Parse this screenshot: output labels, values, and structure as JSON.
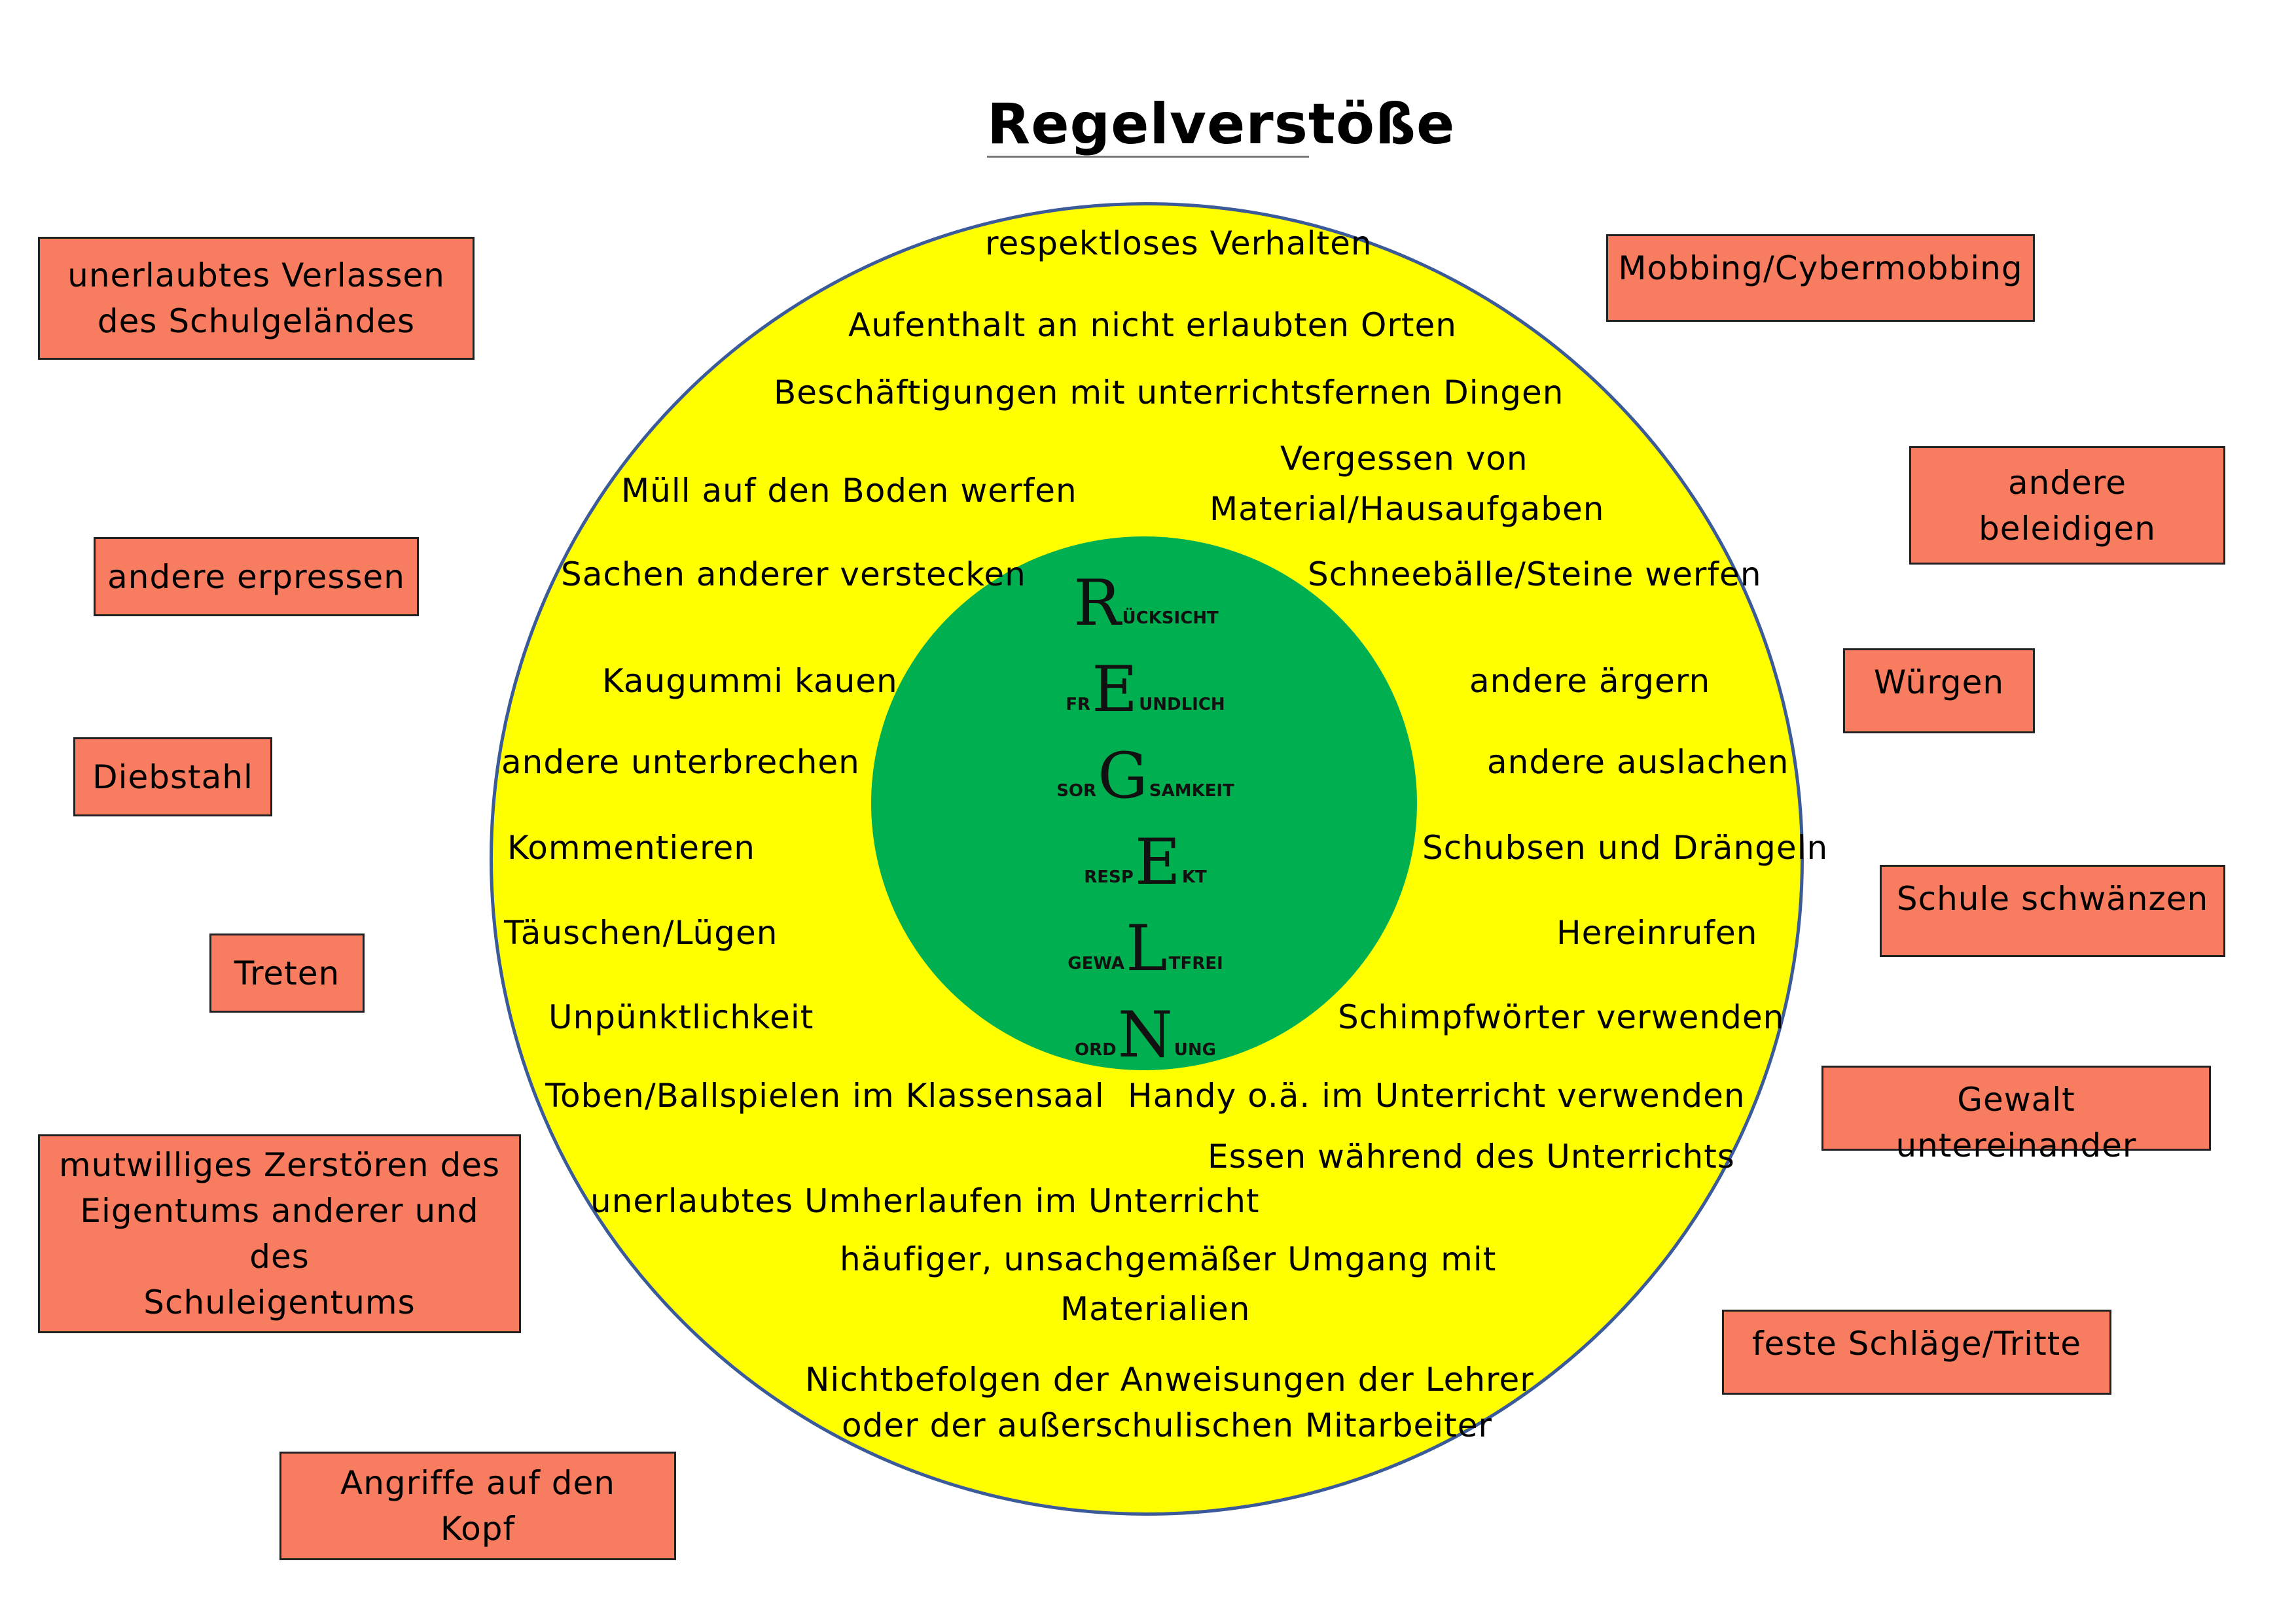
{
  "title": "Regelverstöße",
  "colors": {
    "outer_circle": "#ffff00",
    "outer_border": "#3b5a9a",
    "inner_circle": "#00b050",
    "box_fill": "#f77c60"
  },
  "acronym": [
    {
      "pre": "",
      "letter": "R",
      "post": "ÜCKSICHT"
    },
    {
      "pre": "FR",
      "letter": "E",
      "post": "UNDLICH"
    },
    {
      "pre": "SOR",
      "letter": "G",
      "post": "SAMKEIT"
    },
    {
      "pre": "RESP",
      "letter": "E",
      "post": "KT"
    },
    {
      "pre": "GEWA",
      "letter": "L",
      "post": "TFREI"
    },
    {
      "pre": "ORD",
      "letter": "N",
      "post": "UNG"
    }
  ],
  "circle_items": [
    "respektloses Verhalten",
    "Aufenthalt an nicht erlaubten Orten",
    "Beschäftigungen mit unterrichtsfernen Dingen",
    "Müll auf den Boden werfen",
    "Vergessen von",
    "Material/Hausaufgaben",
    "Sachen anderer verstecken",
    "Schneebälle/Steine werfen",
    "Kaugummi kauen",
    "andere ärgern",
    "andere unterbrechen",
    "andere auslachen",
    "Kommentieren",
    "Schubsen und Drängeln",
    "Täuschen/Lügen",
    "Hereinrufen",
    "Unpünktlichkeit",
    "Schimpfwörter verwenden",
    "Toben/Ballspielen im Klassensaal",
    "Handy o.ä. im Unterricht verwenden",
    "Essen während des Unterrichts",
    "unerlaubtes Umherlaufen im Unterricht",
    "häufiger, unsachgemäßer Umgang mit",
    "Materialien",
    "Nichtbefolgen der Anweisungen der Lehrer",
    "oder der außerschulischen Mitarbeiter"
  ],
  "boxes_left": [
    {
      "lines": [
        "unerlaubtes Verlassen",
        "des Schulgeländes"
      ]
    },
    {
      "lines": [
        "andere erpressen"
      ]
    },
    {
      "lines": [
        "Diebstahl"
      ]
    },
    {
      "lines": [
        "Treten"
      ]
    },
    {
      "lines": [
        "mutwilliges Zerstören des",
        "Eigentums anderer und des",
        "Schuleigentums"
      ]
    },
    {
      "lines": [
        "Angriffe auf den",
        "Kopf"
      ]
    }
  ],
  "boxes_right": [
    {
      "lines": [
        "Mobbing/Cybermobbing"
      ]
    },
    {
      "lines": [
        "andere",
        "beleidigen"
      ]
    },
    {
      "lines": [
        "Würgen"
      ]
    },
    {
      "lines": [
        "Schule schwänzen"
      ]
    },
    {
      "lines": [
        "Gewalt untereinander"
      ]
    },
    {
      "lines": [
        "feste Schläge/Tritte"
      ]
    }
  ]
}
